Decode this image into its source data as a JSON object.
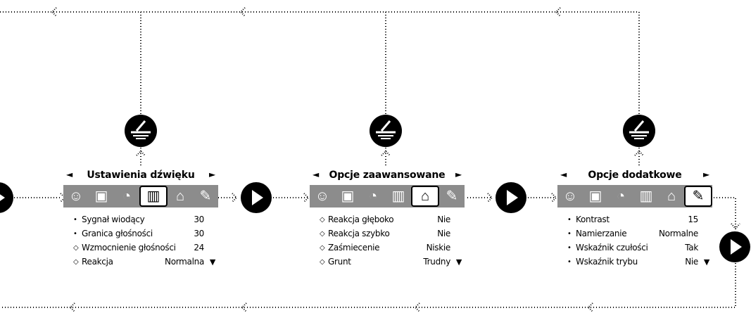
{
  "panels": [
    {
      "title": "Ustawienia dźwięku",
      "rows": [
        {
          "bullet": "•",
          "label": "Sygnał wiodący",
          "value": "30"
        },
        {
          "bullet": "•",
          "label": "Granica głośności",
          "value": "30"
        },
        {
          "bullet": "◇",
          "label": "Wzmocnienie głośności",
          "value": "24"
        },
        {
          "bullet": "◇",
          "label": "Reakcja",
          "value": "Normalna",
          "more": true
        }
      ],
      "active_tab": 3
    },
    {
      "title": "Opcje zaawansowane",
      "rows": [
        {
          "bullet": "◇",
          "label": "Reakcja głęboko",
          "value": "Nie"
        },
        {
          "bullet": "◇",
          "label": "Reakcja szybko",
          "value": "Nie"
        },
        {
          "bullet": "◇",
          "label": "Zaśmiecenie",
          "value": "Niskie"
        },
        {
          "bullet": "◇",
          "label": "Grunt",
          "value": "Trudny",
          "more": true
        }
      ],
      "active_tab": 4
    },
    {
      "title": "Opcje dodatkowe",
      "rows": [
        {
          "bullet": "•",
          "label": "Kontrast",
          "value": "15"
        },
        {
          "bullet": "•",
          "label": "Namierzanie",
          "value": "Normalne"
        },
        {
          "bullet": "•",
          "label": "Wskaźnik czułości",
          "value": "Tak"
        },
        {
          "bullet": "•",
          "label": "Wskaźnik trybu",
          "value": "Nie",
          "more": true
        }
      ],
      "active_tab": 5
    }
  ],
  "tab_icons": [
    "user-profile-icon",
    "battery-icon",
    "sensitivity-gauge-icon",
    "sound-bars-icon",
    "graduation-cap-icon",
    "wrench-icon"
  ],
  "tab_glyphs": [
    "☺",
    "▣",
    "◔",
    "▥",
    "⌂",
    "✎"
  ],
  "nav": {
    "left_arrow": "◄",
    "right_arrow": "►",
    "down_arrow": "▼"
  }
}
